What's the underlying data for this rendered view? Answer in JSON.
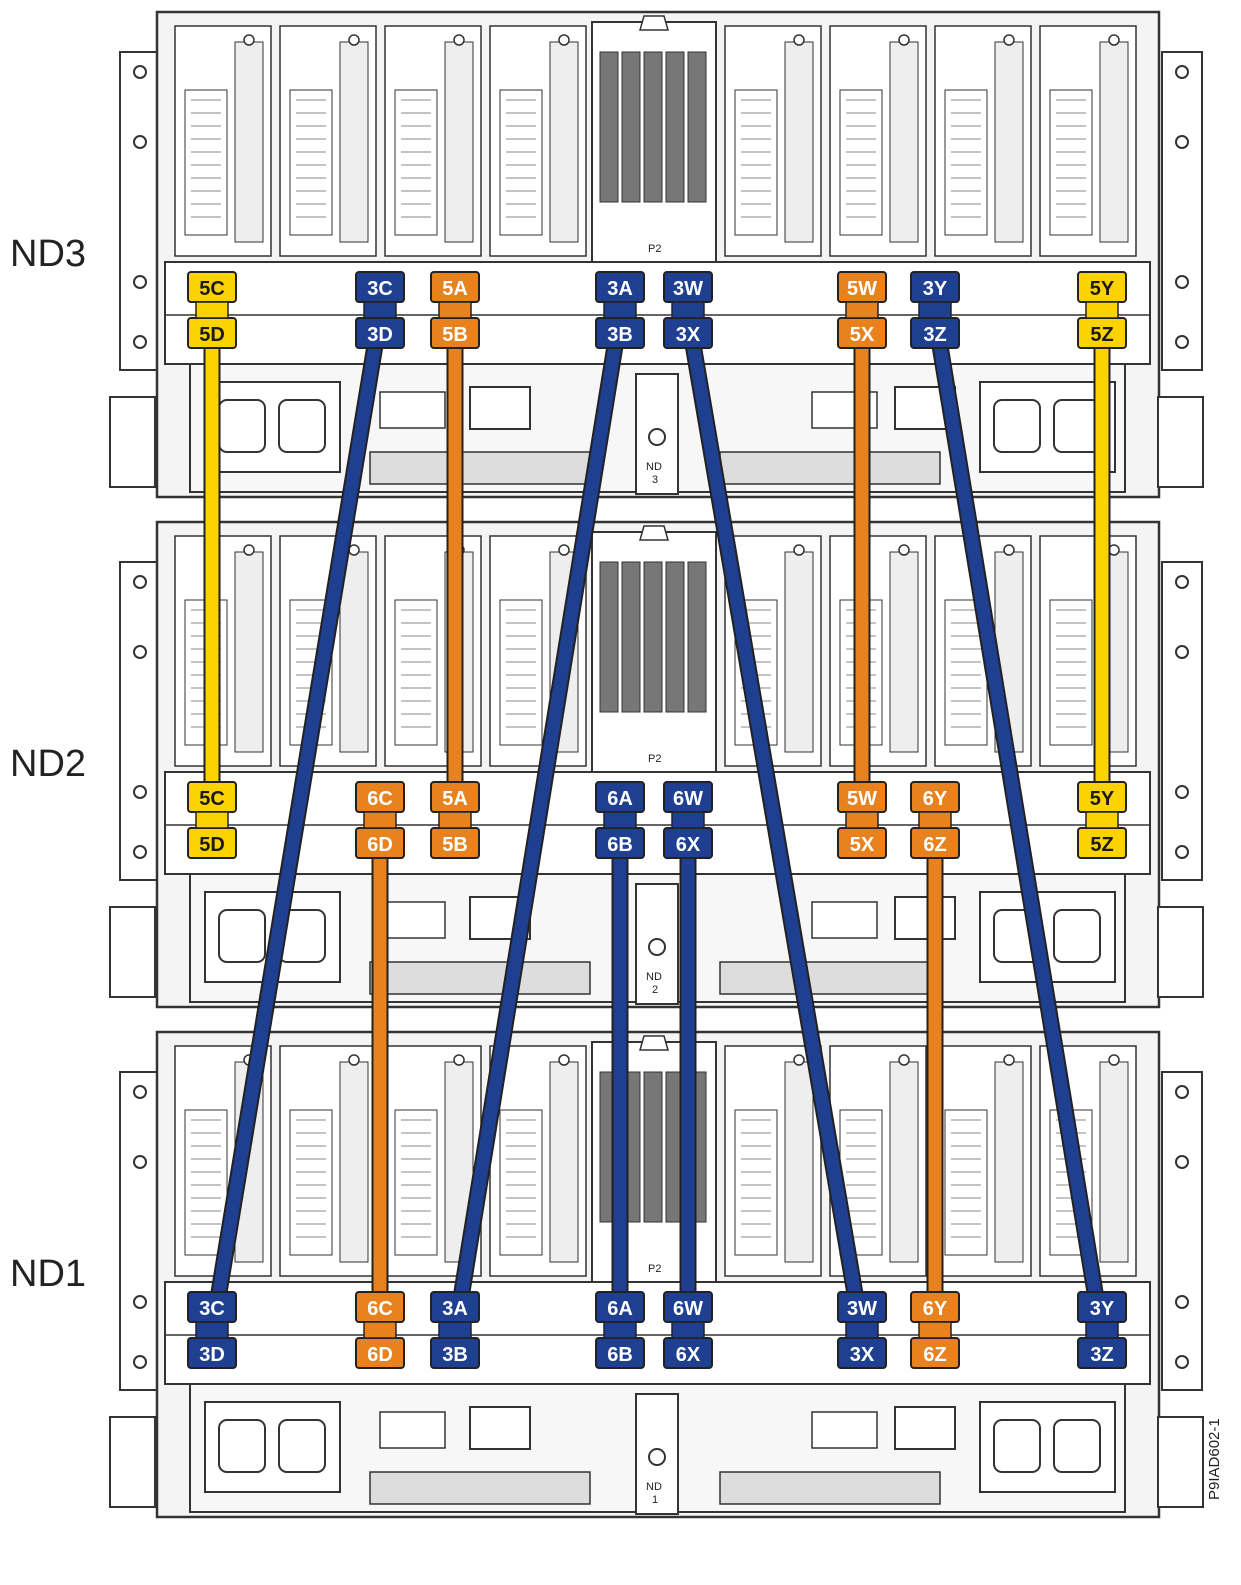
{
  "figure_id": "P9IAD602-1",
  "colors": {
    "blue_cable": "#1f3f91",
    "orange_cable": "#e8821e",
    "yellow_cable": "#fcd200",
    "chassis_line": "#333333",
    "chassis_fill": "#f4f4f4"
  },
  "drawers": [
    {
      "id": "nd3",
      "label": "ND3",
      "plate_label": [
        "ND",
        "3"
      ],
      "slot_label": "P2",
      "ports": [
        {
          "id": "c1",
          "top": "5C",
          "bottom": "5D",
          "color": "yellow"
        },
        {
          "id": "c2",
          "top": "3C",
          "bottom": "3D",
          "color": "blue"
        },
        {
          "id": "c3",
          "top": "5A",
          "bottom": "5B",
          "color": "orange"
        },
        {
          "id": "c4",
          "top": "3A",
          "bottom": "3B",
          "color": "blue"
        },
        {
          "id": "c5",
          "top": "3W",
          "bottom": "3X",
          "color": "blue"
        },
        {
          "id": "c6",
          "top": "5W",
          "bottom": "5X",
          "color": "orange"
        },
        {
          "id": "c7",
          "top": "3Y",
          "bottom": "3Z",
          "color": "blue"
        },
        {
          "id": "c8",
          "top": "5Y",
          "bottom": "5Z",
          "color": "yellow"
        }
      ]
    },
    {
      "id": "nd2",
      "label": "ND2",
      "plate_label": [
        "ND",
        "2"
      ],
      "slot_label": "P2",
      "ports": [
        {
          "id": "c1",
          "top": "5C",
          "bottom": "5D",
          "color": "yellow"
        },
        {
          "id": "c2",
          "top": "6C",
          "bottom": "6D",
          "color": "orange"
        },
        {
          "id": "c3",
          "top": "5A",
          "bottom": "5B",
          "color": "orange"
        },
        {
          "id": "c4",
          "top": "6A",
          "bottom": "6B",
          "color": "blue"
        },
        {
          "id": "c5",
          "top": "6W",
          "bottom": "6X",
          "color": "blue"
        },
        {
          "id": "c6",
          "top": "5W",
          "bottom": "5X",
          "color": "orange"
        },
        {
          "id": "c7",
          "top": "6Y",
          "bottom": "6Z",
          "color": "orange"
        },
        {
          "id": "c8",
          "top": "5Y",
          "bottom": "5Z",
          "color": "yellow"
        }
      ]
    },
    {
      "id": "nd1",
      "label": "ND1",
      "plate_label": [
        "ND",
        "1"
      ],
      "slot_label": "P2",
      "ports": [
        {
          "id": "c1",
          "top": "3C",
          "bottom": "3D",
          "color": "blue"
        },
        {
          "id": "c2",
          "top": "6C",
          "bottom": "6D",
          "color": "orange"
        },
        {
          "id": "c3",
          "top": "3A",
          "bottom": "3B",
          "color": "blue"
        },
        {
          "id": "c4",
          "top": "6A",
          "bottom": "6B",
          "color": "blue"
        },
        {
          "id": "c5",
          "top": "6W",
          "bottom": "6X",
          "color": "blue"
        },
        {
          "id": "c6",
          "top": "3W",
          "bottom": "3X",
          "color": "blue"
        },
        {
          "id": "c7",
          "top": "6Y",
          "bottom": "6Z",
          "color": "orange"
        },
        {
          "id": "c8",
          "top": "3Y",
          "bottom": "3Z",
          "color": "blue"
        }
      ]
    }
  ],
  "cables": [
    {
      "from": "nd3.c1",
      "to": "nd2.c1",
      "color": "yellow"
    },
    {
      "from": "nd3.c8",
      "to": "nd2.c8",
      "color": "yellow"
    },
    {
      "from": "nd3.c3",
      "to": "nd2.c3",
      "color": "orange"
    },
    {
      "from": "nd3.c6",
      "to": "nd2.c6",
      "color": "orange"
    },
    {
      "from": "nd2.c2",
      "to": "nd1.c2",
      "color": "orange"
    },
    {
      "from": "nd2.c7",
      "to": "nd1.c7",
      "color": "orange"
    },
    {
      "from": "nd3.c2",
      "to": "nd1.c1",
      "color": "blue"
    },
    {
      "from": "nd3.c4",
      "to": "nd1.c3",
      "color": "blue"
    },
    {
      "from": "nd3.c5",
      "to": "nd1.c6",
      "color": "blue"
    },
    {
      "from": "nd3.c7",
      "to": "nd1.c8",
      "color": "blue"
    },
    {
      "from": "nd2.c4",
      "to": "nd1.c4",
      "color": "blue"
    },
    {
      "from": "nd2.c5",
      "to": "nd1.c5",
      "color": "blue"
    }
  ]
}
